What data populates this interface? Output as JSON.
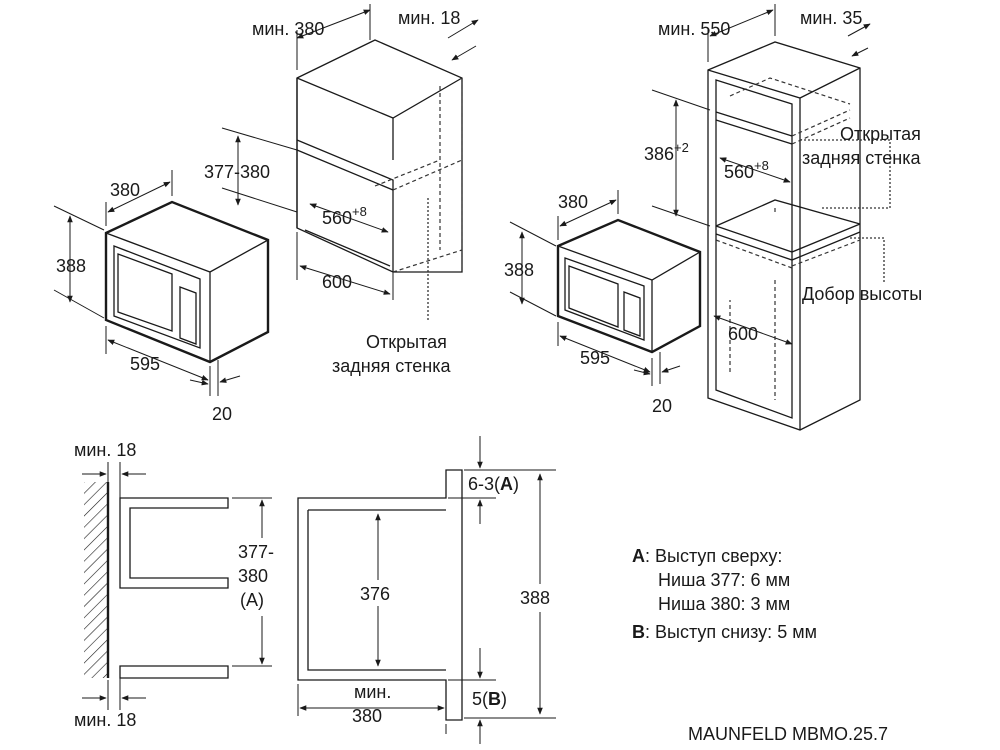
{
  "diagram": {
    "left_top": {
      "min_380": "мин. 380",
      "min_18": "мин. 18",
      "h_377_380": "377-380",
      "w_560": "560",
      "w_560_sup": "+8",
      "d_600": "600",
      "open_back_1": "Открытая",
      "open_back_2": "задняя стенка",
      "mw_depth": "380",
      "mw_height": "388",
      "mw_width": "595",
      "mw_frame": "20"
    },
    "right_top": {
      "min_550": "мин. 550",
      "min_35": "мин. 35",
      "h_386": "386",
      "h_386_sup": "+2",
      "w_560": "560",
      "w_560_sup": "+8",
      "open_back_1": "Открытая",
      "open_back_2": "задняя стенка",
      "height_fill": "Добор высоты",
      "d_600": "600",
      "mw_depth": "380",
      "mw_height": "388",
      "mw_width": "595",
      "mw_frame": "20"
    },
    "bottom": {
      "min_18_top": "мин. 18",
      "min_18_bottom": "мин. 18",
      "niche_1": "377-",
      "niche_2": "380",
      "niche_3": "(A)",
      "inner_376": "376",
      "depth_1": "мин.",
      "depth_2": "380",
      "top_gap_prefix": "6-3(",
      "top_gap_letter": "A",
      "top_gap_suffix": ")",
      "bottom_gap_prefix": "5(",
      "bottom_gap_letter": "B",
      "bottom_gap_suffix": ")",
      "total_388": "388"
    },
    "legend": {
      "a_key": "A",
      "a_text": ": Выступ сверху:",
      "a_line2": "Ниша 377: 6 мм",
      "a_line3": "Ниша 380: 3 мм",
      "b_key": "B",
      "b_text": ": Выступ снизу: 5 мм"
    },
    "model": "MAUNFELD MBMO.25.7"
  }
}
